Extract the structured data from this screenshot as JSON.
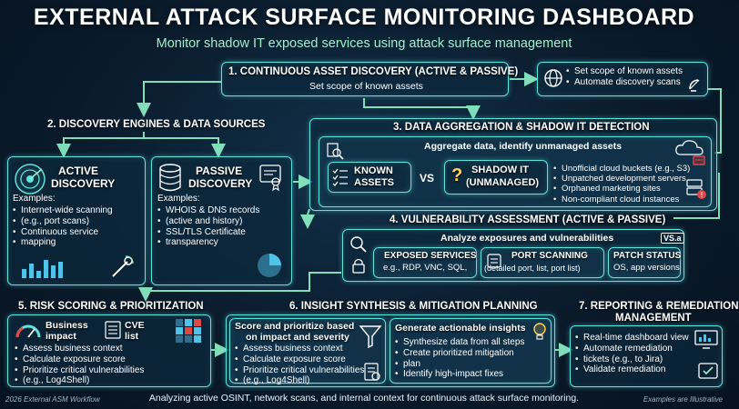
{
  "header": {
    "title": "EXTERNAL ATTACK SURFACE MONITORING DASHBOARD",
    "subtitle": "Monitor shadow IT exposed services using attack surface management"
  },
  "step1": {
    "title": "1. CONTINUOUS ASSET DISCOVERY (ACTIVE & PASSIVE)",
    "subtitle": "Set scope of known assets",
    "side_items": [
      "Set scope of known assets",
      "Automate discovery scans"
    ]
  },
  "step2": {
    "title": "2. DISCOVERY ENGINES & DATA SOURCES",
    "active": {
      "title_l1": "ACTIVE",
      "title_l2": "DISCOVERY",
      "examples_label": "Examples:",
      "items": [
        "Internet-wide scanning",
        "(e.g., port scans)",
        "Continuous service",
        "mapping"
      ]
    },
    "passive": {
      "title_l1": "PASSIVE",
      "title_l2": "DISCOVERY",
      "examples_label": "Examples:",
      "items": [
        "WHOIS & DNS records",
        "(active and history)",
        "SSL/TLS Certificate",
        "transparency"
      ]
    }
  },
  "step3": {
    "title": "3. DATA AGGREGATION & SHADOW IT DETECTION",
    "subtitle": "Aggregate data, identify unmanaged assets",
    "known_l1": "KNOWN",
    "known_l2": "ASSETS",
    "vs": "VS",
    "shadow_l1": "SHADOW IT",
    "shadow_l2": "(UNMANAGED)",
    "items": [
      "Unofficial cloud buckets (e.g., S3)",
      "Unpatched development servers",
      "Orphaned marketing sites",
      "Non-compliant cloud instances"
    ]
  },
  "step4": {
    "title": "4. VULNERABILITY ASSESSMENT (ACTIVE & PASSIVE)",
    "subtitle": "Analyze exposures and vulnerabilities",
    "badge": "VS.a",
    "exposed_title": "EXPOSED SERVICES",
    "exposed_sub": "e.g., RDP, VNC, SQL,",
    "port_title": "PORT SCANNING",
    "port_sub": "(detailed port, list, port list)",
    "patch_title": "PATCH STATUS",
    "patch_sub": "OS, app versions"
  },
  "step5": {
    "title": "5. RISK SCORING & PRIORITIZATION",
    "business_l1": "Business",
    "business_l2": "impact",
    "cve_l1": "CVE",
    "cve_l2": "list",
    "items": [
      "Assess business context",
      "Calculate exposure score",
      "Prioritize critical vulnerabilities",
      "(e.g., Log4Shell)"
    ]
  },
  "step6": {
    "title": "6. INSIGHT SYNTHESIS & MITIGATION PLANNING",
    "left_title_l1": "Score and prioritize based",
    "left_title_l2": "on impact and severity",
    "left_items": [
      "Assess business context",
      "Calculate exposure score",
      "Prioritize critical vulnerabilities",
      "(e.g., Log4Shell)"
    ],
    "right_title": "Generate actionable insights",
    "right_items": [
      "Synthesize data from all steps",
      "Create prioritized mitigation",
      "plan",
      "Identify high-impact fixes"
    ]
  },
  "step7": {
    "title_l1": "7. REPORTING & REMEDIATION",
    "title_l2": "MANAGEMENT",
    "items": [
      "Real-time dashboard view",
      "Automate remediation",
      "tickets (e.g., to Jira)",
      "Validate remediation"
    ]
  },
  "footer": {
    "left": "2026 External ASM Workflow",
    "center": "Analyzing active OSINT, network scans, and internal context for continuous attack surface monitoring.",
    "right": "Examples are Illustrative"
  },
  "colors": {
    "accent": "#5fe3df",
    "arrow": "#8ef3c8",
    "warning": "#e04848",
    "bars": "#4fc3e8"
  }
}
